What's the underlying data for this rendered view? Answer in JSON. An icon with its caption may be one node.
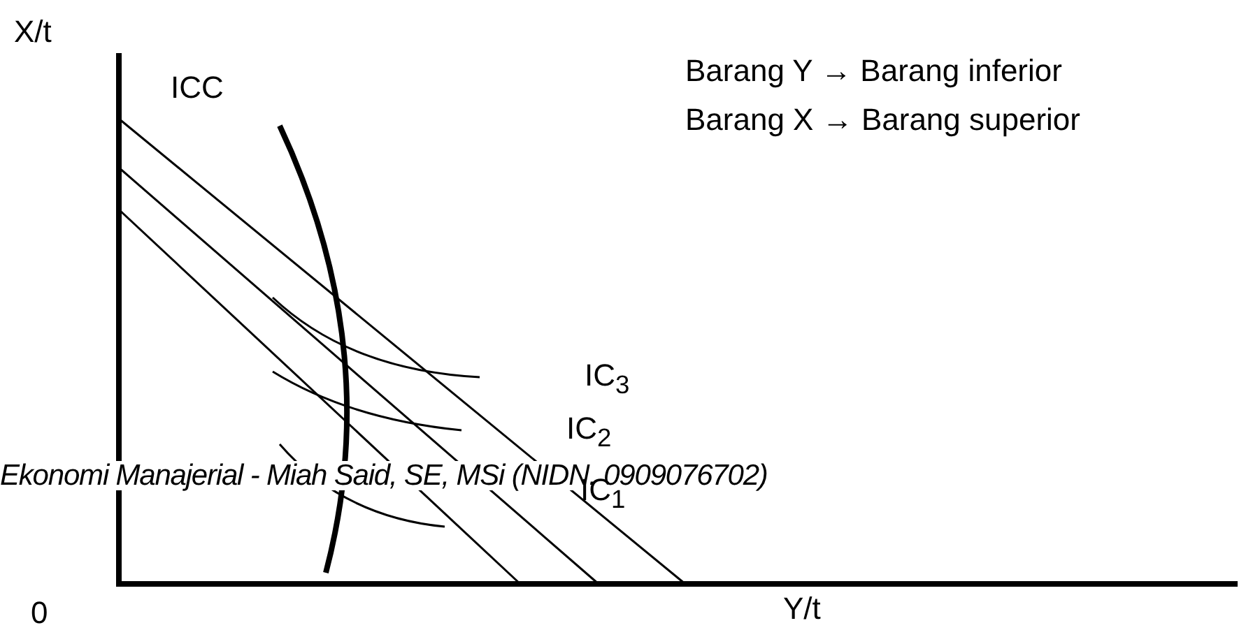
{
  "diagram": {
    "labels": [
      "X/t",
      "ICC",
      "Barang Y → Barang inferior",
      "Barang X → Barang superior",
      "IC$_{3}$",
      "IC$_{2}$",
      "Ekonomi Manajerial - Miah Said, SE, MSi (NIDN. 0909076702)",
      "IC$_{1}$",
      "0",
      "Y/t"
    ]
  }
}
